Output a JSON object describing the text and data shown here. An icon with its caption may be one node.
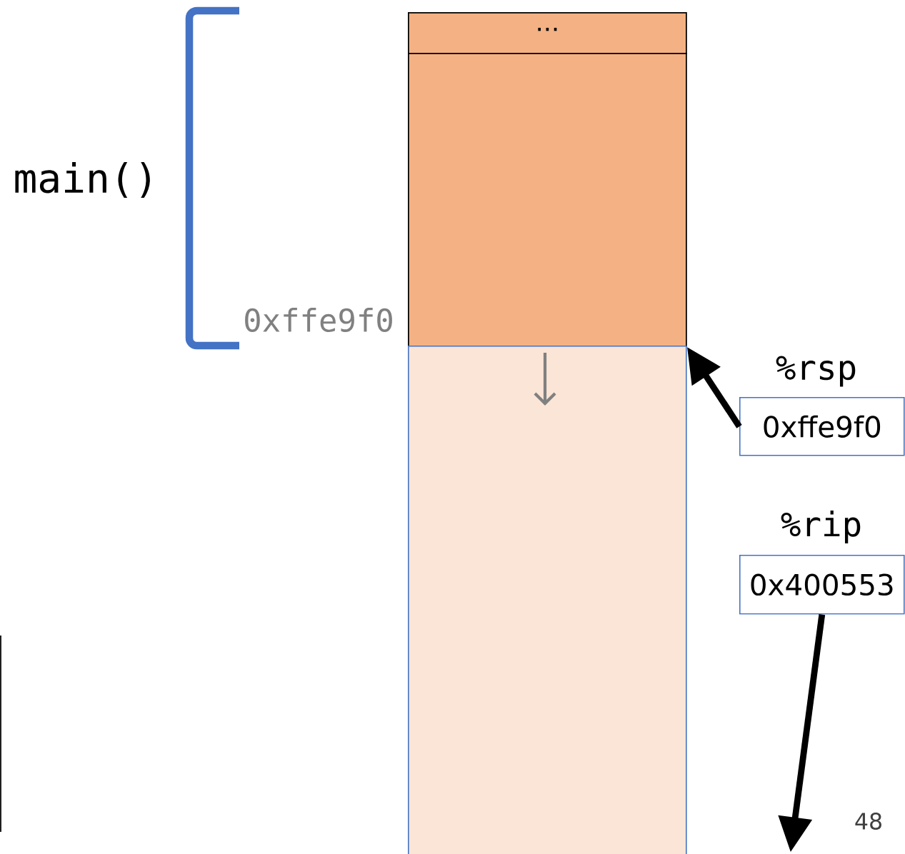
{
  "diagram": {
    "nodes": [
      {
        "text": [
          "..."
        ]
      },
      {
        "text": [],
        "shape": "box"
      },
      {
        "text": [],
        "shape": "box"
      },
      {
        "text": [
          "%rsp",
          "0xffe9f0"
        ]
      },
      {
        "text": [
          "%rip",
          "0x400553"
        ]
      }
    ],
    "edges": [
      {
        "from": 3,
        "to": 1,
        "arrow": "to"
      },
      {
        "from": 4,
        "to": null,
        "arrow": "to"
      }
    ],
    "labels": [
      "main()",
      "0xffe9f0",
      "48"
    ]
  }
}
